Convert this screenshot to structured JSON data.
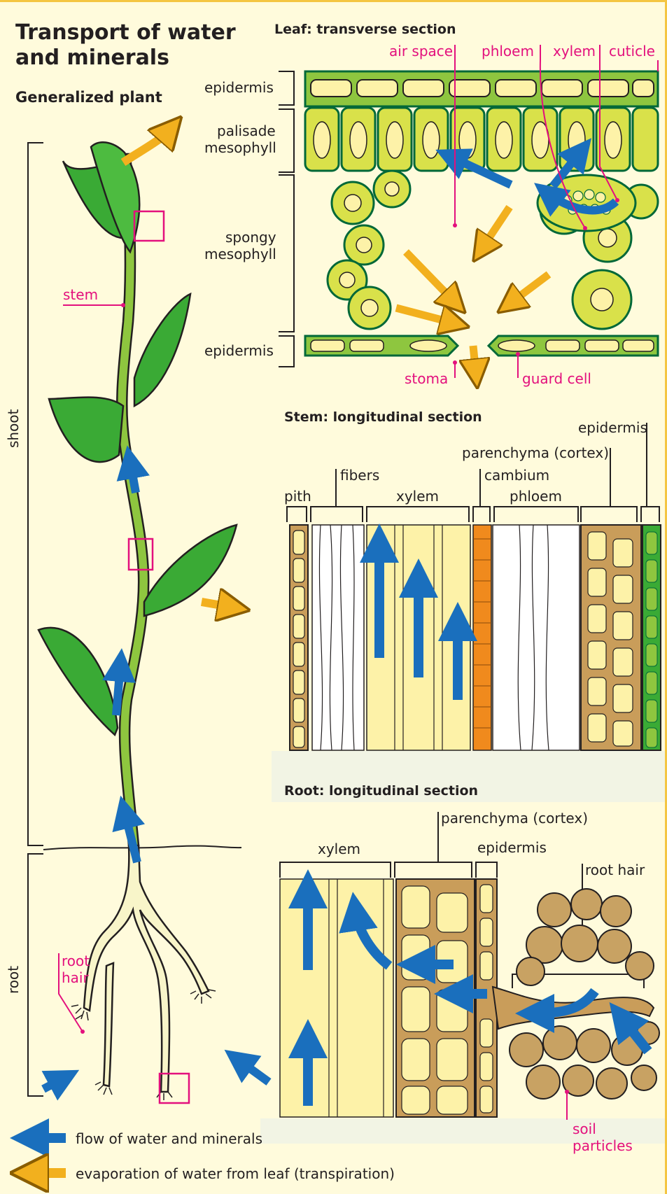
{
  "title_line1": "Transport of water",
  "title_line2": "and minerals",
  "plant": {
    "heading": "Generalized plant",
    "shoot": "shoot",
    "root": "root",
    "stem": "stem",
    "root_hair_1": "root",
    "root_hair_2": "hair"
  },
  "leaf": {
    "heading": "Leaf: transverse section",
    "air_space": "air space",
    "phloem": "phloem",
    "xylem": "xylem",
    "cuticle": "cuticle",
    "epidermis_top": "epidermis",
    "palisade_1": "palisade",
    "palisade_2": "mesophyll",
    "spongy_1": "spongy",
    "spongy_2": "mesophyll",
    "epidermis_bottom": "epidermis",
    "stoma": "stoma",
    "guard_cell": "guard cell"
  },
  "stem_section": {
    "heading": "Stem: longitudinal section",
    "epidermis": "epidermis",
    "parenchyma": "parenchyma (cortex)",
    "fibers": "fibers",
    "cambium": "cambium",
    "pith": "pith",
    "xylem": "xylem",
    "phloem": "phloem"
  },
  "root_section": {
    "heading": "Root: longitudinal section",
    "parenchyma": "parenchyma (cortex)",
    "xylem": "xylem",
    "epidermis": "epidermis",
    "root_hair": "root hair",
    "soil_1": "soil",
    "soil_2": "particles"
  },
  "legend": {
    "flow": "flow of water and minerals",
    "evaporation": "evaporation of water from leaf (transpiration)"
  },
  "colors": {
    "border": "#f4c542",
    "background": "#fffbdc",
    "pink": "#e3107d",
    "blue_arrow": "#1a6fbd",
    "yellow_arrow": "#f2b01e",
    "leaf_green": "#3aaa35",
    "cell_yellow": "#d9e14a",
    "xylem_fill": "#fdf2a8",
    "cambium": "#f08a1d",
    "parenchyma": "#c99d5a",
    "soil": "#c8a263"
  }
}
